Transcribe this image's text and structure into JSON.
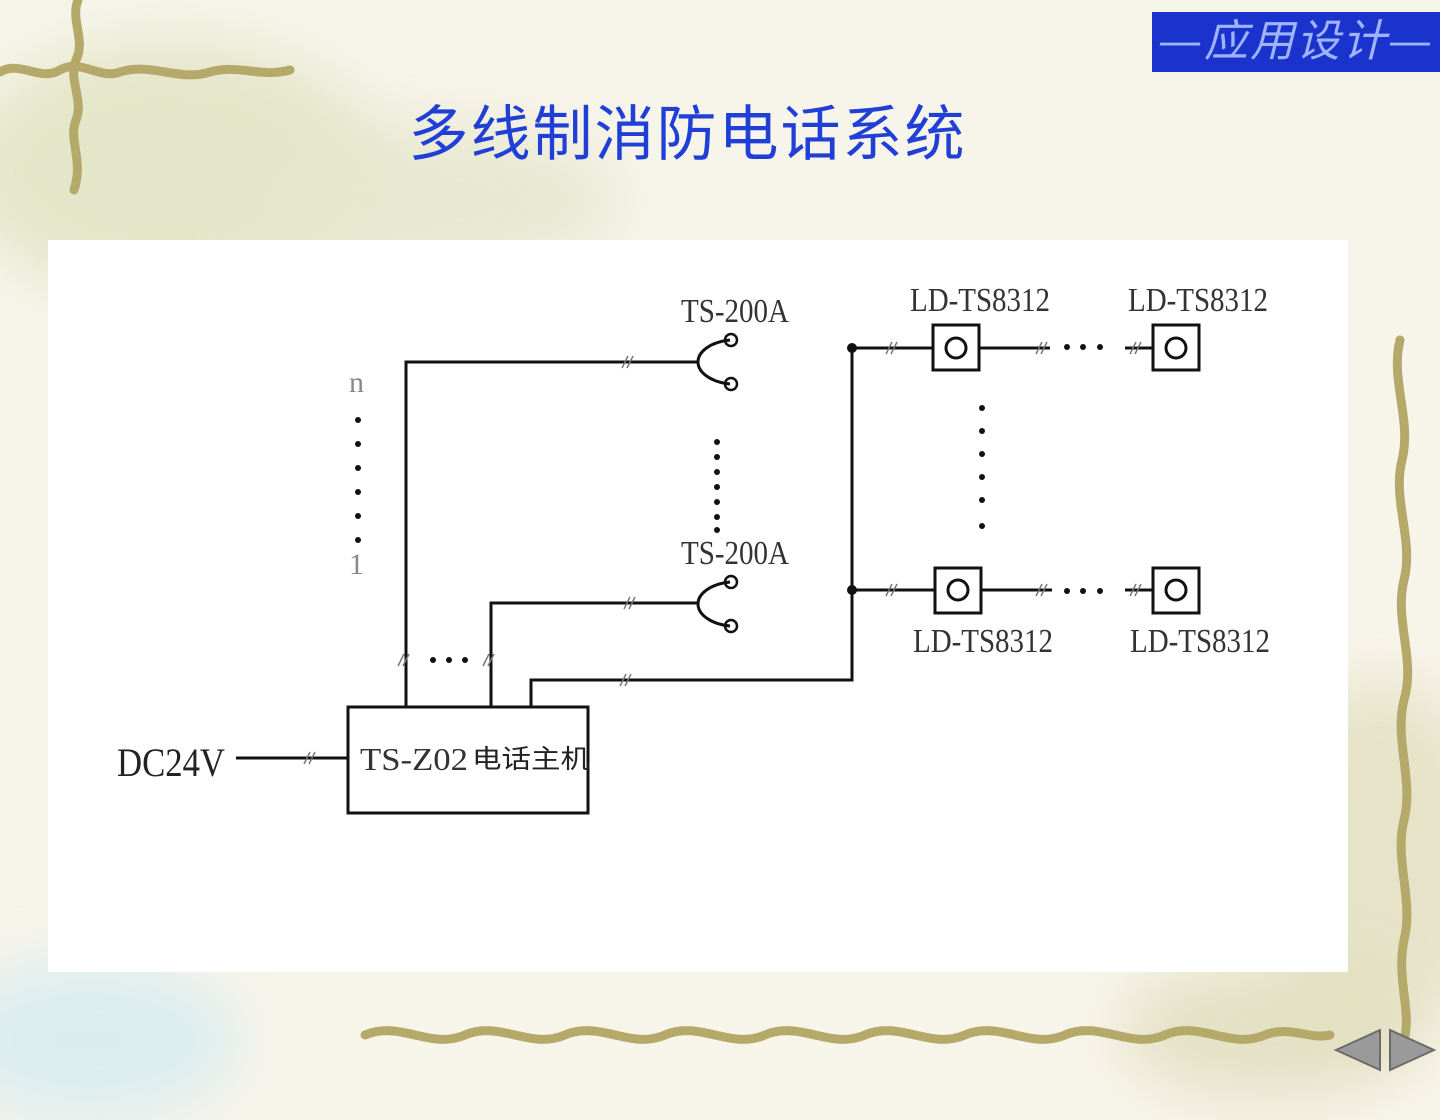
{
  "header": {
    "section_tag": "—应用设计—",
    "title": "多线制消防电话系统"
  },
  "diagram": {
    "power_label": "DC24V",
    "host": {
      "model": "TS-Z02",
      "name": "电话主机"
    },
    "phone_jacks": [
      {
        "label": "TS-200A"
      },
      {
        "label": "TS-200A"
      }
    ],
    "fixed_phones": [
      {
        "label": "LD-TS8312"
      },
      {
        "label": "LD-TS8312"
      },
      {
        "label": "LD-TS8312"
      },
      {
        "label": "LD-TS8312"
      }
    ],
    "line_index": {
      "top": "n",
      "bottom": "1"
    }
  },
  "nav": {
    "prev_icon": "triangle-left-icon",
    "next_icon": "triangle-right-icon"
  },
  "colors": {
    "title": "#1f3fd6",
    "tag_bg": "#1a33cc",
    "vine": "#b5a96a"
  }
}
